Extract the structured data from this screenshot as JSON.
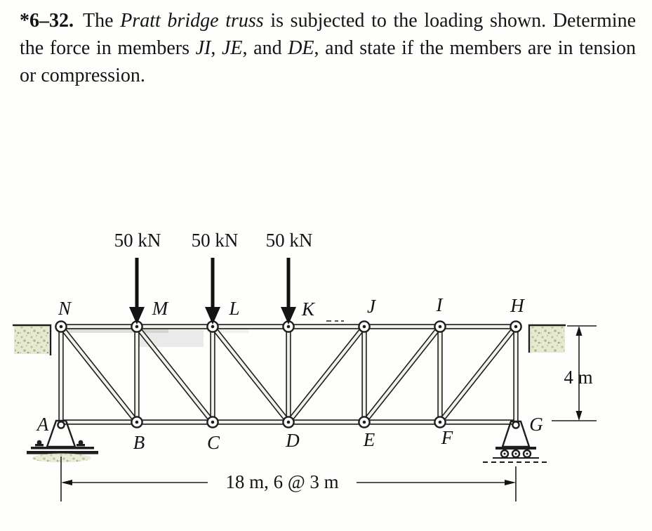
{
  "problem": {
    "number": "*6–32.",
    "segments": {
      "s1": "The ",
      "s2": "Pratt bridge truss",
      "s3": " is subjected to the loading shown. Determine the force in members ",
      "s4": "JI",
      "s5": ", ",
      "s6": "JE",
      "s7": ", and ",
      "s8": "DE",
      "s9": ", and state if the members are in tension or compression."
    }
  },
  "diagram": {
    "loads": [
      {
        "label": "50 kN",
        "at": "M"
      },
      {
        "label": "50 kN",
        "at": "L"
      },
      {
        "label": "50 kN",
        "at": "K"
      }
    ],
    "top_joints": {
      "N": "N",
      "M": "M",
      "L": "L",
      "K": "K",
      "J": "J",
      "I": "I",
      "H": "H"
    },
    "bottom_joints": {
      "A": "A",
      "B": "B",
      "C": "C",
      "D": "D",
      "E": "E",
      "F": "F",
      "G": "G"
    },
    "supports": [
      {
        "at": "A",
        "type": "pin"
      },
      {
        "at": "G",
        "type": "roller"
      }
    ],
    "members": {
      "top_chord": [
        "NM",
        "ML",
        "LK",
        "KJ",
        "JI",
        "IH"
      ],
      "bottom_chord": [
        "AB",
        "BC",
        "CD",
        "DE",
        "EF",
        "FG"
      ],
      "verticals": [
        "AN",
        "BM",
        "CL",
        "DK",
        "EJ",
        "FI",
        "GH"
      ],
      "diagonals": [
        "NB",
        "MC",
        "LD",
        "JD",
        "IE",
        "HF"
      ]
    },
    "dimensions": {
      "height": "4 m",
      "span": "18 m, 6 @ 3 m"
    },
    "colors": {
      "ink": "#1e1e1e",
      "member_fill": "#f2f0e9",
      "pedestal": "#b7c4c4",
      "abutment_green": "#e6ead4"
    }
  }
}
